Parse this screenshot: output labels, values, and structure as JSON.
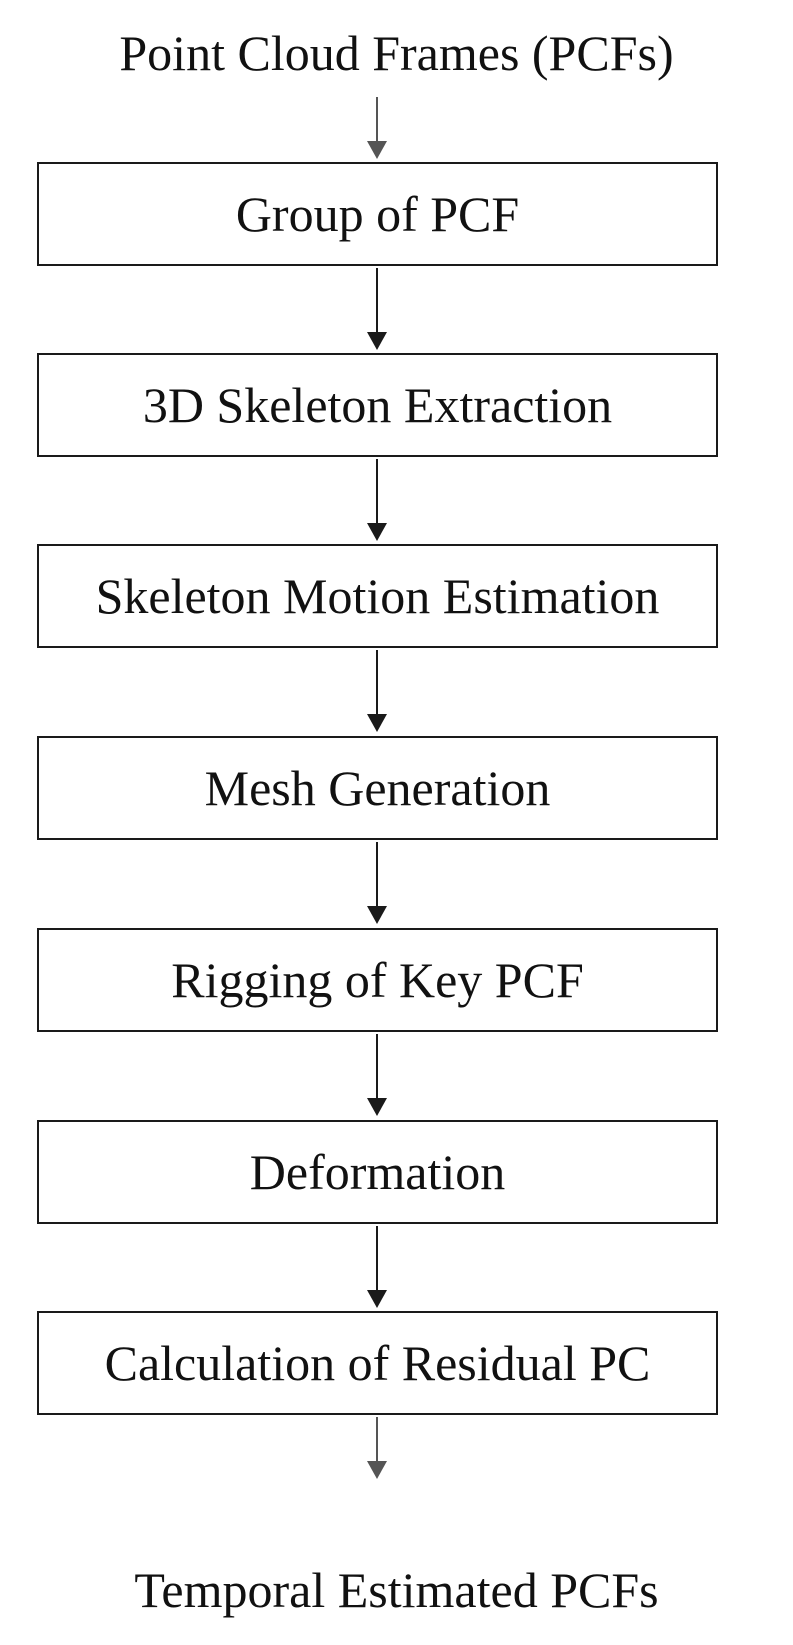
{
  "diagram": {
    "input_label": "Point Cloud Frames (PCFs)",
    "output_label": "Temporal Estimated PCFs",
    "steps": [
      {
        "label": "Group of PCF"
      },
      {
        "label": "3D Skeleton Extraction"
      },
      {
        "label": "Skeleton Motion Estimation"
      },
      {
        "label": "Mesh Generation"
      },
      {
        "label": "Rigging of Key PCF"
      },
      {
        "label": "Deformation"
      },
      {
        "label": "Calculation of Residual PC"
      }
    ]
  }
}
